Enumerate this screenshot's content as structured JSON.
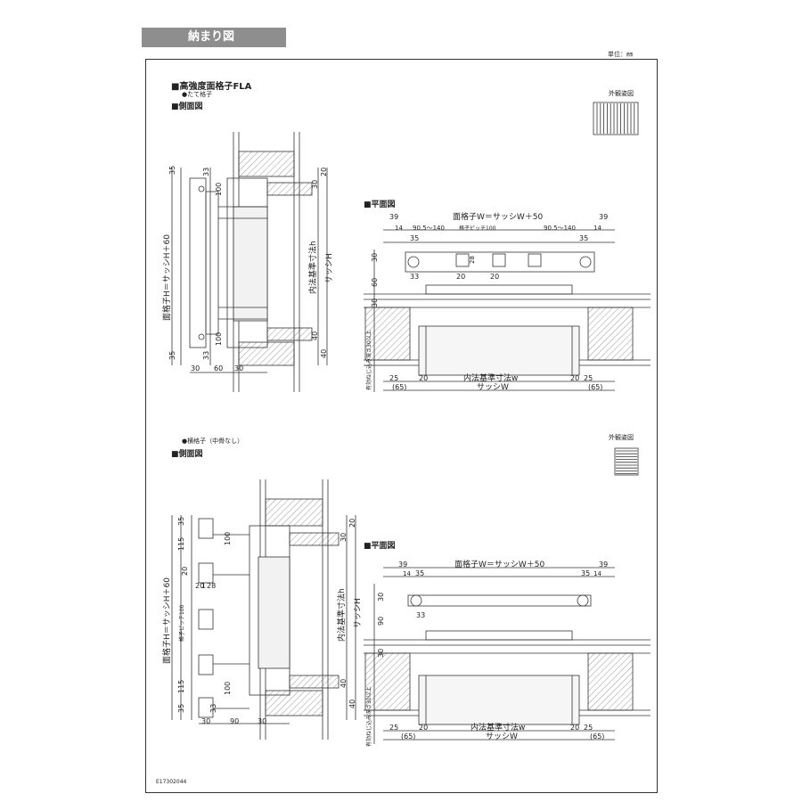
{
  "page": {
    "section_title": "納まり図",
    "unit": "単位：㎜",
    "document_id": "E17302044"
  },
  "top": {
    "product": "■高強度面格子FLA",
    "variant": "●たて格子",
    "side_view_title": "■側面図",
    "plan_view_title": "■平面図",
    "appearance_label": "外観姿図",
    "side_dims": {
      "v35_top": "35",
      "v33_top": "33",
      "v100_top": "100",
      "v20": "20",
      "v30": "30",
      "v100_bot": "100",
      "v40_a": "40",
      "v40_b": "40",
      "v35_bot": "35",
      "v33_bot": "33",
      "h30": "30",
      "h60": "60",
      "h30b": "30",
      "grille_height": "面格子H＝サッシH＋60",
      "inner_height": "内法基準寸法h",
      "sash_height": "サッシH"
    },
    "plan_dims": {
      "overall_width": "面格子W＝サッシW＋50",
      "d39_left": "39",
      "d39_right": "39",
      "d14_left": "14",
      "d14_right": "14",
      "range_left": "90.5～140",
      "range_right": "90.5～140",
      "pitch": "格子ピッチ100",
      "d35_left": "35",
      "d35_right": "35",
      "d30": "30",
      "d60": "60",
      "d30b": "30",
      "d20a": "20",
      "d28": "28",
      "d20b": "20",
      "d33": "33",
      "install_note": "有効ねじ込み深さ30以上",
      "d25_left": "25",
      "d20_left": "20",
      "d20_right": "20",
      "d25_right": "25",
      "d65_left": "(65)",
      "d65_right": "(65)",
      "inner_width": "内法基準寸法w",
      "sash_width": "サッシW"
    }
  },
  "bottom": {
    "variant": "●横格子（中骨なし）",
    "side_view_title": "■側面図",
    "plan_view_title": "■平面図",
    "appearance_label": "外観姿図",
    "side_dims": {
      "v35_top": "35",
      "v115_top": "115",
      "v20a": "20",
      "v20b": "20",
      "v1": "1",
      "v28": "28",
      "v100_top": "100",
      "v30": "30",
      "v20c": "20",
      "pitch": "格子ピッチ100",
      "v115_bot": "115",
      "v100_bot": "100",
      "v40_a": "40",
      "v40_b": "40",
      "v35_bot": "35",
      "v33": "33",
      "h30": "30",
      "h90": "90",
      "h30b": "30",
      "grille_height": "面格子H＝サッシH＋60",
      "inner_height": "内法基準寸法h",
      "sash_height": "サッシH"
    },
    "plan_dims": {
      "overall_width": "面格子W＝サッシW＋50",
      "d39_left": "39",
      "d39_right": "39",
      "d14_left": "14",
      "d14_right": "14",
      "d35_left": "35",
      "d35_right": "35",
      "d30": "30",
      "d90": "90",
      "d30b": "30",
      "d33": "33",
      "install_note": "有効ねじ込み深さ30以上",
      "d25_left": "25",
      "d20_left": "20",
      "d20_right": "20",
      "d25_right": "25",
      "d65_left": "(65)",
      "d65_right": "(65)",
      "inner_width": "内法基準寸法w",
      "sash_width": "サッシW"
    }
  }
}
